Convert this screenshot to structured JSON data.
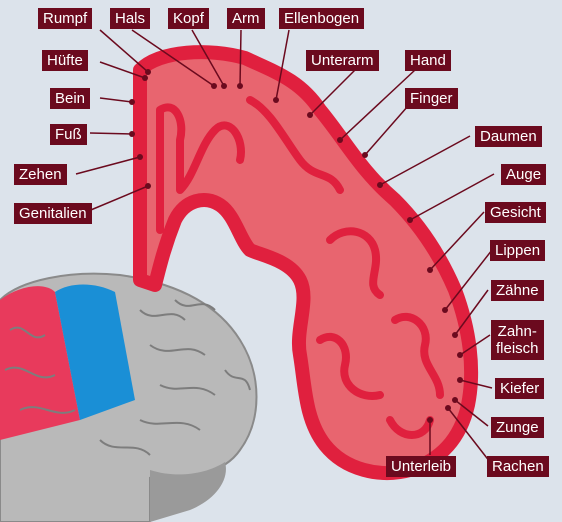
{
  "labels": {
    "rumpf": "Rumpf",
    "hals": "Hals",
    "kopf": "Kopf",
    "arm": "Arm",
    "ellenbogen": "Ellenbogen",
    "huefte": "Hüfte",
    "unterarm": "Unterarm",
    "hand": "Hand",
    "bein": "Bein",
    "finger": "Finger",
    "fuss": "Fuß",
    "daumen": "Daumen",
    "zehen": "Zehen",
    "auge": "Auge",
    "genitalien": "Genitalien",
    "gesicht": "Gesicht",
    "lippen": "Lippen",
    "zaehne": "Zähne",
    "zahnfleisch_1": "Zahn-",
    "zahnfleisch_2": "fleisch",
    "kiefer": "Kiefer",
    "zunge": "Zunge",
    "unterleib": "Unterleib",
    "rachen": "Rachen"
  },
  "colors": {
    "background": "#dce3eb",
    "cortex_outline": "#e0203e",
    "cortex_fill": "#e8656f",
    "label_bg": "#6b0a1e",
    "label_text": "#ffffff",
    "motor_strip": "#e83a5c",
    "sensory_strip": "#1a8fd6",
    "brain_gray": "#b9b9b9"
  }
}
